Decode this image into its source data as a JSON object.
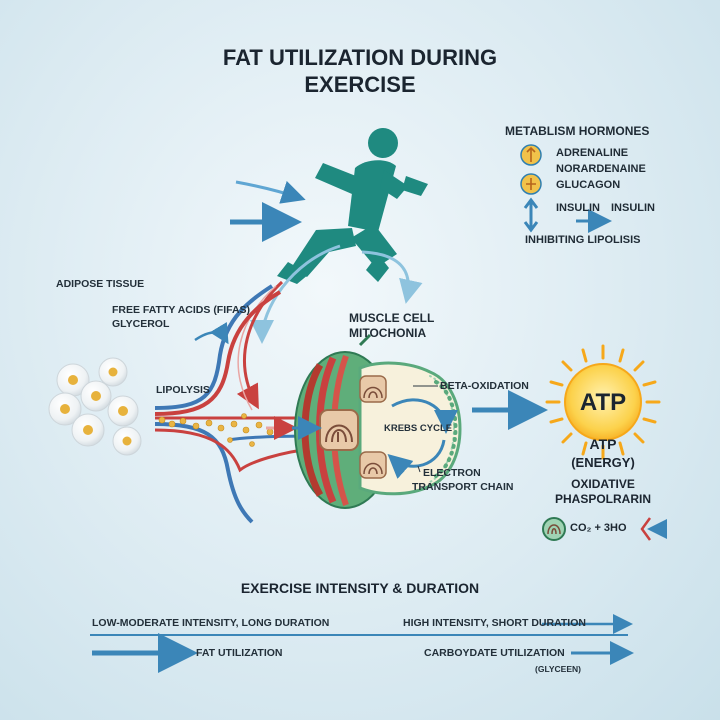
{
  "title": {
    "line1": "FAT UTILIZATION DURING",
    "line2": "EXERCISE"
  },
  "hormones": {
    "heading": "METABLISM HORMONES",
    "items": [
      "ADRENALINE",
      "NORARDENAINE",
      "GLUCAGON"
    ],
    "insulin_label": "INSULIN",
    "insulin_result": "INSULIN",
    "inhibiting": "INHIBITING LIPOLISIS"
  },
  "adipose": {
    "title": "ADIPOSE TISSUE",
    "ffa": "FREE FATTY ACIDS (FIFAS)",
    "glycerol": "GLYCEROL",
    "lipolysis": "LIPOLYSIS"
  },
  "muscle": {
    "title_line1": "MUSCLE CELL",
    "title_line2": "MITOCHONIA",
    "beta": "BETA-OXIDATION",
    "krebs": "KREBS CYCLE",
    "etc_line1": "ELECTRON",
    "etc_line2": "TRANSPORT CHAIN"
  },
  "atp": {
    "sun_label": "ATP",
    "label1": "ATP",
    "label2": "(ENERGY)",
    "oxidative1": "OXIDATIVE",
    "oxidative2": "PHASPOLRARIN",
    "byproducts": "CO₂ + 3HO"
  },
  "intensity": {
    "heading": "EXERCISE INTENSITY & DURATION",
    "low": "LOW-MODERATE INTENSITY, LONG DURATION",
    "high": "HIGH INTENSITY, SHORT DURATION",
    "fat": "FAT UTILIZATION",
    "carb": "CARBOYDATE UTILIZATION",
    "carb_sub": "(GLYCEEN)"
  },
  "colors": {
    "runner": "#1f8a80",
    "arrow_blue": "#3b86b8",
    "vessel_red": "#c9413f",
    "vessel_blue": "#3e78b5",
    "mito_green": "#3f9a6a",
    "sun": "#f6a81a"
  }
}
